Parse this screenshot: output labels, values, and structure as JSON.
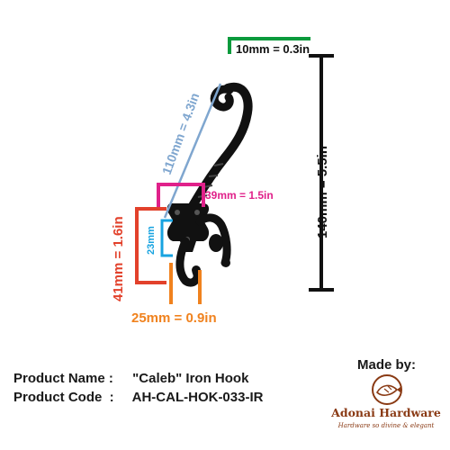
{
  "dimensions": {
    "top_width": "10mm = 0.3in",
    "total_height": "140mm = 5.5in",
    "diagonal_length": "110mm = 4.3in",
    "plate_width": "39mm = 1.5in",
    "plate_height": "41mm = 1.6in",
    "inner_height": "23mm",
    "projection": "25mm = 0.9in"
  },
  "product": {
    "name_label": "Product Name :",
    "name_value": "\"Caleb\" Iron Hook",
    "code_label": "Product Code  :",
    "code_value": "AH-CAL-HOK-033-IR"
  },
  "brand": {
    "made_by": "Made by:",
    "name": "Adonai Hardware",
    "tagline": "Hardware so divine & elegant"
  },
  "colors": {
    "green": "#0a9a3c",
    "black": "#111111",
    "blue": "#7fa6cf",
    "magenta": "#e0218a",
    "red": "#e2412b",
    "cyan": "#17a3e0",
    "orange": "#f0821e",
    "brand": "#8a3a14"
  }
}
